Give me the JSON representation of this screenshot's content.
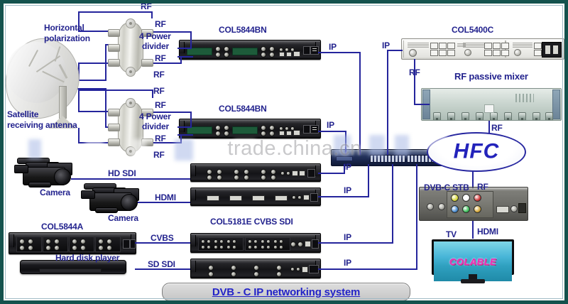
{
  "diagram": {
    "title": "DVB - C IP networking system",
    "watermark": "trade.china.cn"
  },
  "nodes": {
    "satellite_antenna": "Satellite\nreceiving antenna",
    "satellite_antenna_line1": "Satellite",
    "satellite_antenna_line2": "receiving antenna",
    "horizontal_polarization_line1": "Horizontal",
    "horizontal_polarization_line2": "polarization",
    "power_divider_1_line1": "4 Power",
    "power_divider_1_line2": "divider",
    "power_divider_2_line1": "4 Power",
    "power_divider_2_line2": "divider",
    "receiver_1": "COL5844BN",
    "receiver_2": "COL5844BN",
    "modulator": "COL5400C",
    "rf_passive_mixer": "RF passive mixer",
    "hfc_cloud": "HFC",
    "set_top_box": "DVB-C STB",
    "tv": "TV",
    "tv_screen_logo": "COLABLE",
    "camera_1": "Camera",
    "camera_2": "Camera",
    "encoder_cvbs_sdi": "COL5181E CVBS SDI",
    "matrix": "COL5844A",
    "hard_disk_player": "Hard disk player"
  },
  "links": {
    "rf_1": "RF",
    "rf_2": "RF",
    "rf_3": "RF",
    "rf_4": "RF",
    "rf_5": "RF",
    "rf_6": "RF",
    "rf_7": "RF",
    "rf_8": "RF",
    "rf_modulator_to_mixer": "RF",
    "rf_mixer_out": "RF",
    "rf_hfc_to_stb": "RF",
    "ip_receiver_1": "IP",
    "ip_receiver_2": "IP",
    "ip_modulator": "IP",
    "ip_encoder_1": "IP",
    "ip_encoder_2": "IP",
    "ip_encoder_3": "IP",
    "ip_encoder_4": "IP",
    "hd_sdi": "HD SDI",
    "hdmi_camera": "HDMI",
    "cvbs": "CVBS",
    "sd_sdi": "SD SDI",
    "hdmi_tv": "HDMI"
  },
  "colors": {
    "line": "#25259c",
    "label": "#23238e",
    "frame": "#14524d",
    "caption_text": "#2323c8",
    "tv_logo": "#ef27b5",
    "hfc_text": "#2323bb"
  }
}
